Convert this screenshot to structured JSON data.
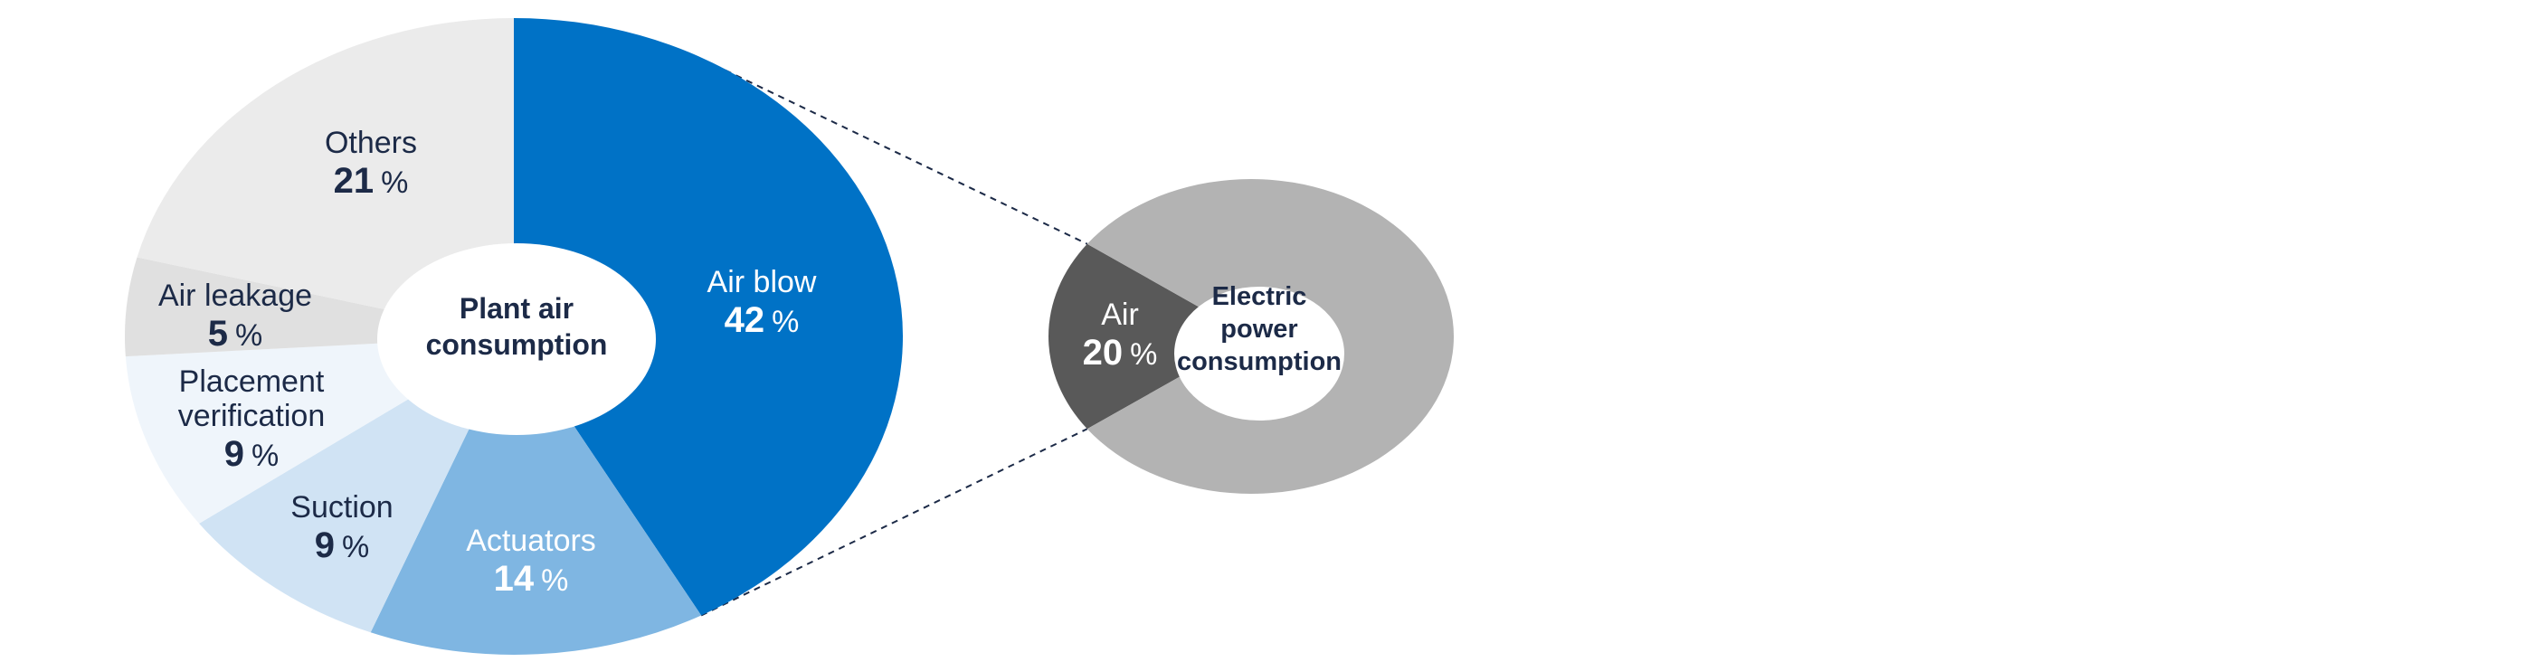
{
  "chart_data": [
    {
      "type": "pie",
      "title": "Plant air consumption",
      "title_lines": [
        "Plant air",
        "consumption"
      ],
      "unit": "%",
      "slices": [
        {
          "label": "Air blow",
          "label_lines": [
            "Air blow"
          ],
          "value": 42,
          "color": "#0072C6",
          "text_color": "#ffffff"
        },
        {
          "label": "Actuators",
          "label_lines": [
            "Actuators"
          ],
          "value": 14,
          "color": "#7FB6E2",
          "text_color": "#ffffff"
        },
        {
          "label": "Suction",
          "label_lines": [
            "Suction"
          ],
          "value": 9,
          "color": "#D0E3F4",
          "text_color": "#1C2A47"
        },
        {
          "label": "Placement verification",
          "label_lines": [
            "Placement",
            "verification"
          ],
          "value": 9,
          "color": "#EFF5FB",
          "text_color": "#1C2A47"
        },
        {
          "label": "Air leakage",
          "label_lines": [
            "Air leakage"
          ],
          "value": 5,
          "color": "#E0E0E0",
          "text_color": "#1C2A47"
        },
        {
          "label": "Others",
          "label_lines": [
            "Others"
          ],
          "value": 21,
          "color": "#EBEBEB",
          "text_color": "#1C2A47"
        }
      ]
    },
    {
      "type": "pie",
      "title": "Electric power consumption",
      "title_lines": [
        "Electric",
        "power",
        "consumption"
      ],
      "unit": "%",
      "slices": [
        {
          "label": "Air",
          "label_lines": [
            "Air"
          ],
          "value": 20,
          "color": "#595959",
          "text_color": "#ffffff"
        },
        {
          "label": "",
          "label_lines": [],
          "value": 80,
          "color": "#B3B3B3",
          "text_color": "#1C2A47"
        }
      ]
    }
  ]
}
